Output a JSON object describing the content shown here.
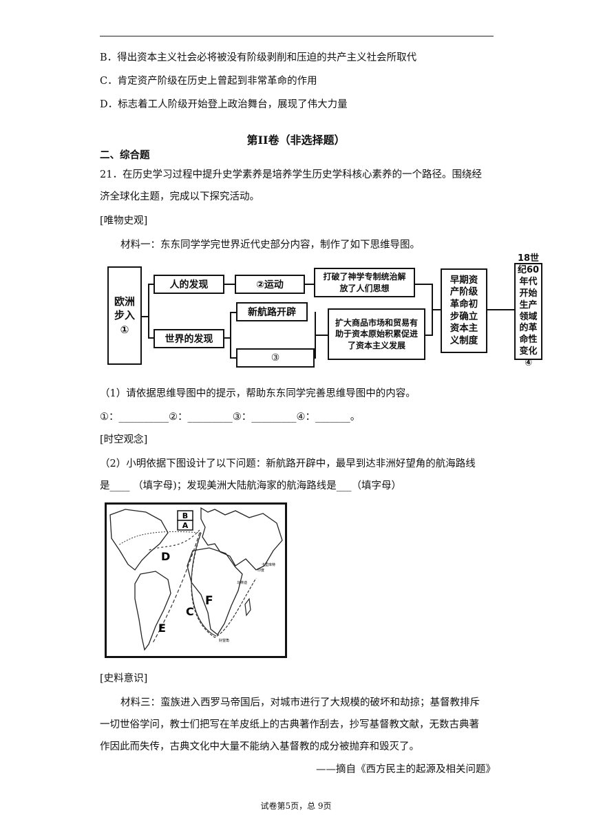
{
  "options": {
    "b": "B．得出资本主义社会必将被没有阶级剥削和压迫的共产主义社会所取代",
    "c": "C．肯定资产阶级在历史上曾起到非常革命的作用",
    "d": "D．标志着工人阶级开始登上政治舞台，展现了伟大力量"
  },
  "section_title": "第II卷（非选择题）",
  "section_sub": "二、综合题",
  "q21": {
    "line1": "21．在历史学习过程中提升史学素养是培养学生历史学科核心素养的一个路径。围绕经",
    "line2": "济全球化主题，完成以下探究活动。",
    "tag1": "[唯物史观]",
    "material1": "材料一：东东同学学完世界近代史部分内容，制作了如下思维导图。",
    "q1": "（1）请依据思维导图中的提示，帮助东东同学完善思维导图中的内容。",
    "blanks1": "①：__________②：_________③：_________④：_______。",
    "tag2": "[时空观念]",
    "q2_line1": "（2）小明依据下图设计了以下问题：新航路开辟中，最早到达非洲好望角的航海路线",
    "q2_line2": "是____ （填字母)；发现美洲大陆航海家的航海路线是___（填字母）",
    "tag3": "[史料意识]",
    "m3_line1": "材料三：蛮族进入西罗马帝国后，对城市进行了大规模的破坏和劫掠；基督教排斥",
    "m3_line2": "一切世俗学问，教士们把写在羊皮纸上的古典著作刮去，抄写基督教文献，无数古典著",
    "m3_line3": "作因此而失传，古典文化中大量不能纳入基督教的成分被抛弃和毁灭了。",
    "source": "——摘自《西方民主的起源及相关问题》"
  },
  "mindmap": {
    "europe": "欧洲步入①",
    "human": "人的发现",
    "movement": "②运动",
    "break": "打破了神学专制统治解放了人们思想",
    "world": "世界的发现",
    "route": "新航路开辟",
    "three": "③",
    "expand": "扩大商品市场和贸易有助于资本原始积累促进了资本主义发展",
    "early": "早期资产阶级革命初步确立资本主义制度",
    "c18": "18世纪60年代开始生产领域的革命性变化④"
  },
  "map": {
    "labels": [
      "B",
      "A",
      "D",
      "E",
      "C",
      "F"
    ],
    "small_labels": [
      "印度",
      "马林迪",
      "好望角",
      "卡里库特"
    ]
  },
  "footer": "试卷第5页，总 9页"
}
